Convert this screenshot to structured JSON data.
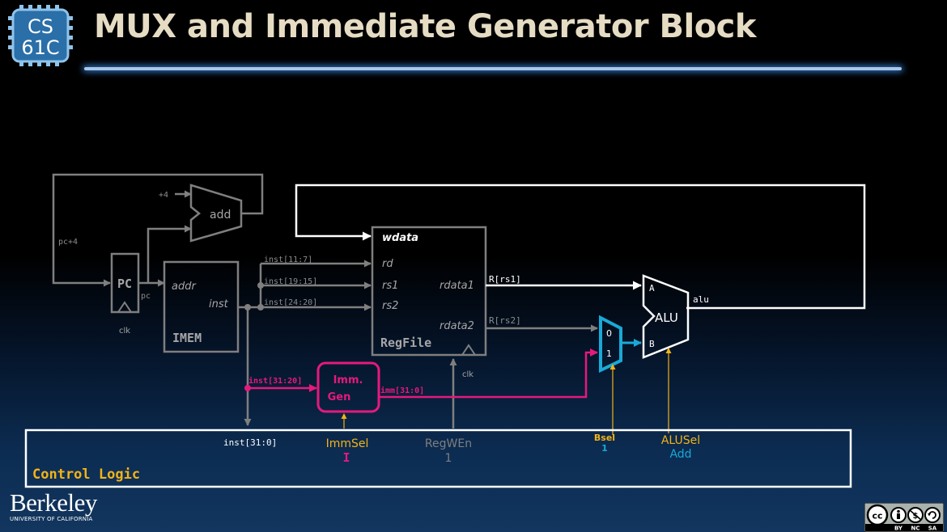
{
  "header": {
    "logo_line1": "CS",
    "logo_line2": "61C",
    "title": "MUX and Immediate Generator Block"
  },
  "diagram": {
    "pc_adder": {
      "label": "add",
      "plus4": "+4",
      "pc_plus4": "pc+4"
    },
    "pc": {
      "label": "PC",
      "out_label": "pc",
      "clk": "clk"
    },
    "imem": {
      "label": "IMEM",
      "addr": "addr",
      "inst": "inst"
    },
    "regfile": {
      "label": "RegFile",
      "wdata": "wdata",
      "rd": "rd",
      "rs1": "rs1",
      "rs2": "rs2",
      "rdata1": "rdata1",
      "rdata2": "rdata2",
      "clk": "clk"
    },
    "wires": {
      "inst_11_7": "inst[11:7]",
      "inst_19_15": "inst[19:15]",
      "inst_24_20": "inst[24:20]",
      "inst_31_20": "inst[31:20]",
      "inst_31_0": "inst[31:0]",
      "r_rs1": "R[rs1]",
      "r_rs2": "R[rs2]",
      "imm_31_0": "imm[31:0]",
      "alu_out": "alu"
    },
    "immgen": {
      "line1": "Imm.",
      "line2": "Gen"
    },
    "bmux": {
      "in0": "0",
      "in1": "1"
    },
    "alu": {
      "label": "ALU",
      "a": "A",
      "b": "B"
    },
    "control": {
      "label": "Control Logic",
      "immsel": "ImmSel",
      "immsel_val": "I",
      "regwen": "RegWEn",
      "regwen_val": "1",
      "bsel": "Bsel",
      "bsel_val": "1",
      "alusel": "ALUSel",
      "alusel_val": "Add"
    },
    "colors": {
      "inactive": "#7f7f7f",
      "active": "#ffffff",
      "immgen": "#e6197d",
      "mux": "#19a9d8",
      "control_signal": "#f2b318"
    }
  },
  "footer": {
    "university": "Berkeley",
    "university_sub": "UNIVERSITY OF CALIFORNIA",
    "license_by": "BY",
    "license_nc": "NC",
    "license_sa": "SA"
  }
}
